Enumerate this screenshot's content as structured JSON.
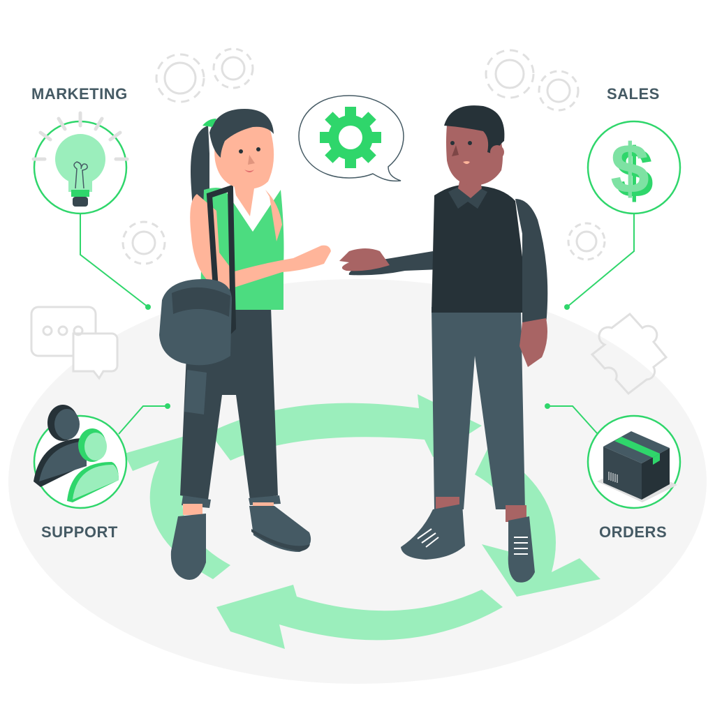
{
  "illustration": {
    "theme": "customer relationship cycle",
    "departments": [
      {
        "id": "marketing",
        "label": "MARKETING",
        "icon": "lightbulb-icon"
      },
      {
        "id": "sales",
        "label": "SALES",
        "icon": "dollar-sign-icon"
      },
      {
        "id": "support",
        "label": "SUPPORT",
        "icon": "users-icon"
      },
      {
        "id": "orders",
        "label": "ORDERS",
        "icon": "package-box-icon"
      }
    ],
    "speech_bubble_icon": "gear-icon",
    "colors": {
      "accent": "#2fd66b",
      "accent_light": "#9beebc",
      "label": "#455a64",
      "dark": "#263238",
      "slate": "#37474f",
      "slate_light": "#455a64",
      "floor": "#f5f5f5",
      "decor_outline": "#e0e0e0",
      "skin_light": "#ffb59a",
      "skin_dark": "#a86464"
    }
  }
}
